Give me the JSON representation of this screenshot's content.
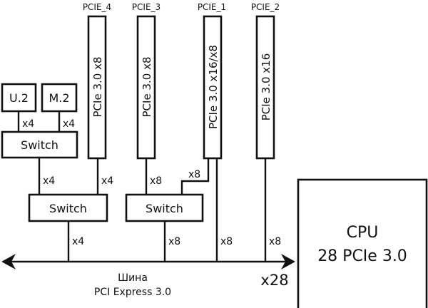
{
  "slots": [
    {
      "id": "PCIE_4",
      "label": "PCIE_4",
      "spec": "PCIe 3.0 x8"
    },
    {
      "id": "PCIE_3",
      "label": "PCIE_3",
      "spec": "PCIe 3.0 x8"
    },
    {
      "id": "PCIE_1",
      "label": "PCIE_1",
      "spec": "PCIe 3.0 x16/x8"
    },
    {
      "id": "PCIE_2",
      "label": "PCIE_2",
      "spec": "PCIe 3.0 x16"
    }
  ],
  "devices": {
    "u2": "U.2",
    "m2": "M.2"
  },
  "switches": {
    "storage": "Switch",
    "left": "Switch",
    "right": "Switch"
  },
  "links": {
    "u2_to_switch": "x4",
    "m2_to_switch": "x4",
    "storage_switch_to_left_switch": "x4",
    "pcie4_to_left_switch": "x4",
    "pcie3_to_right_switch": "x8",
    "pcie1_to_right_switch": "x8",
    "left_switch_to_bus": "x4",
    "right_switch_to_bus": "x8",
    "pcie1_to_bus": "x8",
    "pcie2_to_bus": "x8",
    "bus_total": "x28"
  },
  "bus": {
    "line1": "Шина",
    "line2": "PCI Express 3.0"
  },
  "cpu": {
    "title": "CPU",
    "subtitle": "28 PCIe 3.0"
  }
}
